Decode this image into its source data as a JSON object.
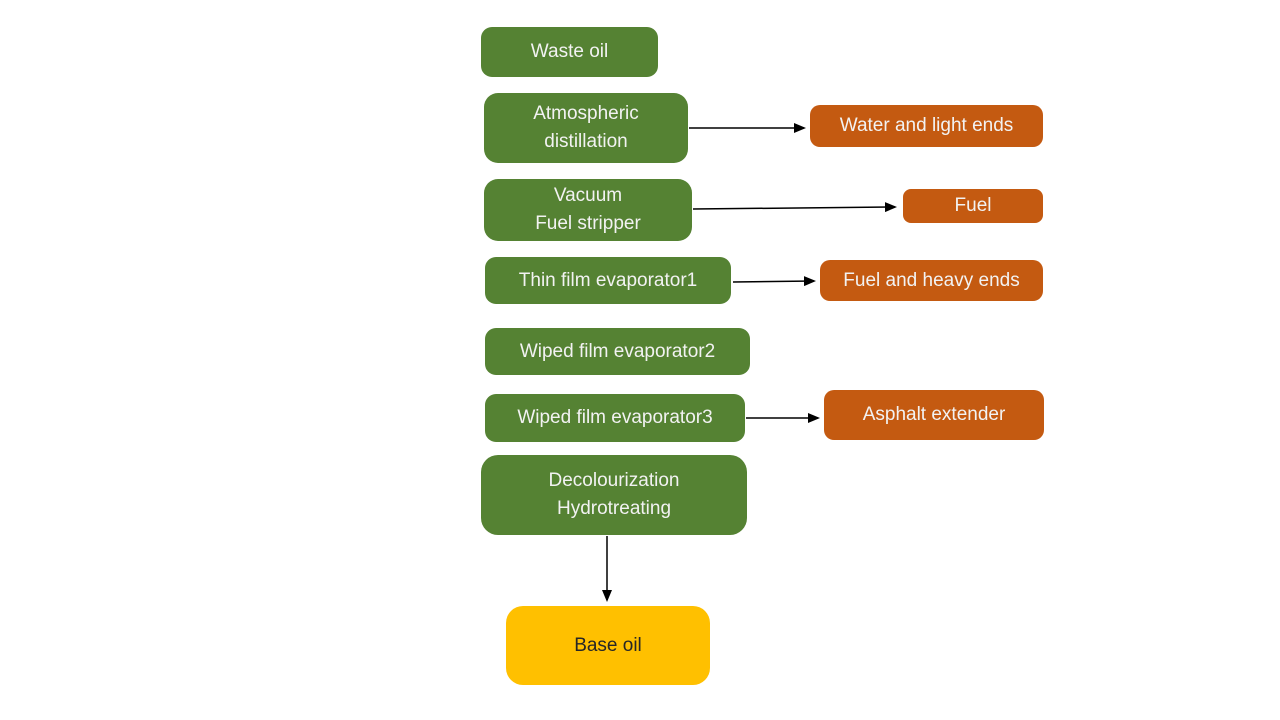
{
  "diagram": {
    "background": "#ffffff",
    "colors": {
      "process_fill": "#558233",
      "output_fill": "#C45A11",
      "final_fill": "#FFC000",
      "process_text": "#F2F2F2",
      "final_text": "#262626",
      "arrow": "#000000"
    },
    "nodes": [
      {
        "id": "waste-oil",
        "label": "Waste oil",
        "role": "process"
      },
      {
        "id": "atmospheric-distillation",
        "label": "Atmospheric\ndistillation",
        "role": "process"
      },
      {
        "id": "vacuum-fuel-stripper",
        "label": "Vacuum\nFuel stripper",
        "role": "process"
      },
      {
        "id": "thin-film-evaporator-1",
        "label": "Thin film evaporator1",
        "role": "process"
      },
      {
        "id": "wiped-film-evaporator-2",
        "label": "Wiped film evaporator2",
        "role": "process"
      },
      {
        "id": "wiped-film-evaporator-3",
        "label": "Wiped film evaporator3",
        "role": "process"
      },
      {
        "id": "decolourization-hydrotreating",
        "label": "Decolourization\nHydrotreating",
        "role": "process"
      },
      {
        "id": "base-oil",
        "label": "Base oil",
        "role": "final"
      },
      {
        "id": "water-and-light-ends",
        "label": "Water and light ends",
        "role": "output"
      },
      {
        "id": "fuel",
        "label": "Fuel",
        "role": "output"
      },
      {
        "id": "fuel-and-heavy-ends",
        "label": "Fuel and heavy ends",
        "role": "output"
      },
      {
        "id": "asphalt-extender",
        "label": "Asphalt extender",
        "role": "output"
      }
    ],
    "edges": [
      {
        "from": "atmospheric-distillation",
        "to": "water-and-light-ends"
      },
      {
        "from": "vacuum-fuel-stripper",
        "to": "fuel"
      },
      {
        "from": "thin-film-evaporator-1",
        "to": "fuel-and-heavy-ends"
      },
      {
        "from": "wiped-film-evaporator-3",
        "to": "asphalt-extender"
      },
      {
        "from": "decolourization-hydrotreating",
        "to": "base-oil"
      }
    ]
  }
}
